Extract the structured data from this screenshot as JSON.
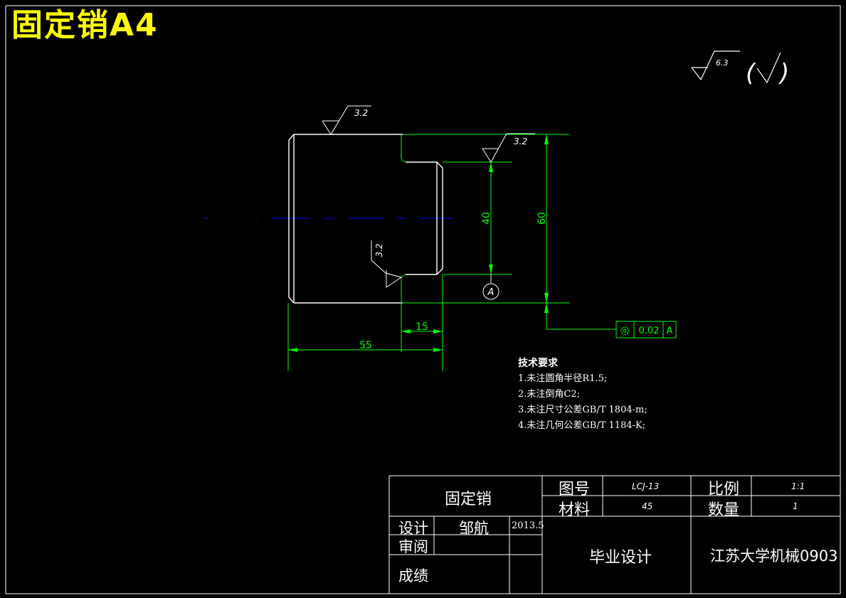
{
  "sheet": {
    "title": "固定销A4",
    "default_roughness": "6.3",
    "default_roughness_note_open": "(",
    "default_roughness_note_close": ")"
  },
  "colors": {
    "background": "#000000",
    "outline": "#ffffff",
    "dimension": "#00ff00",
    "centerline": "#0000ff",
    "title": "#ffff00",
    "text": "#ffffff"
  },
  "part": {
    "roughness_labels": [
      "3.2",
      "3.2",
      "3.2"
    ],
    "dimensions": {
      "bore_diameter": "40",
      "outer_diameter": "60",
      "bore_depth": "15",
      "overall_length": "55"
    },
    "datum_label": "A",
    "tolerance_frame": {
      "symbol": "◎",
      "value": "0.02",
      "datum": "A"
    }
  },
  "technical_requirements": {
    "heading": "技术要求",
    "items": [
      "1.未注圆角半径R1.5;",
      "2.未注倒角C2;",
      "3.未注尺寸公差GB/T 1804-m;",
      "4.未注几何公差GB/T 1184-K;"
    ]
  },
  "title_block": {
    "part_name": "固定销",
    "drawing_no_label": "图号",
    "drawing_no": "LCJ-13",
    "scale_label": "比例",
    "scale": "1:1",
    "material_label": "材料",
    "material": "45",
    "quantity_label": "数量",
    "quantity": "1",
    "designer_label": "设计",
    "designer": "邹航",
    "date": "2013.5",
    "reviewer_label": "审阅",
    "grade_label": "成绩",
    "project": "毕业设计",
    "organization": "江苏大学机械0903"
  }
}
